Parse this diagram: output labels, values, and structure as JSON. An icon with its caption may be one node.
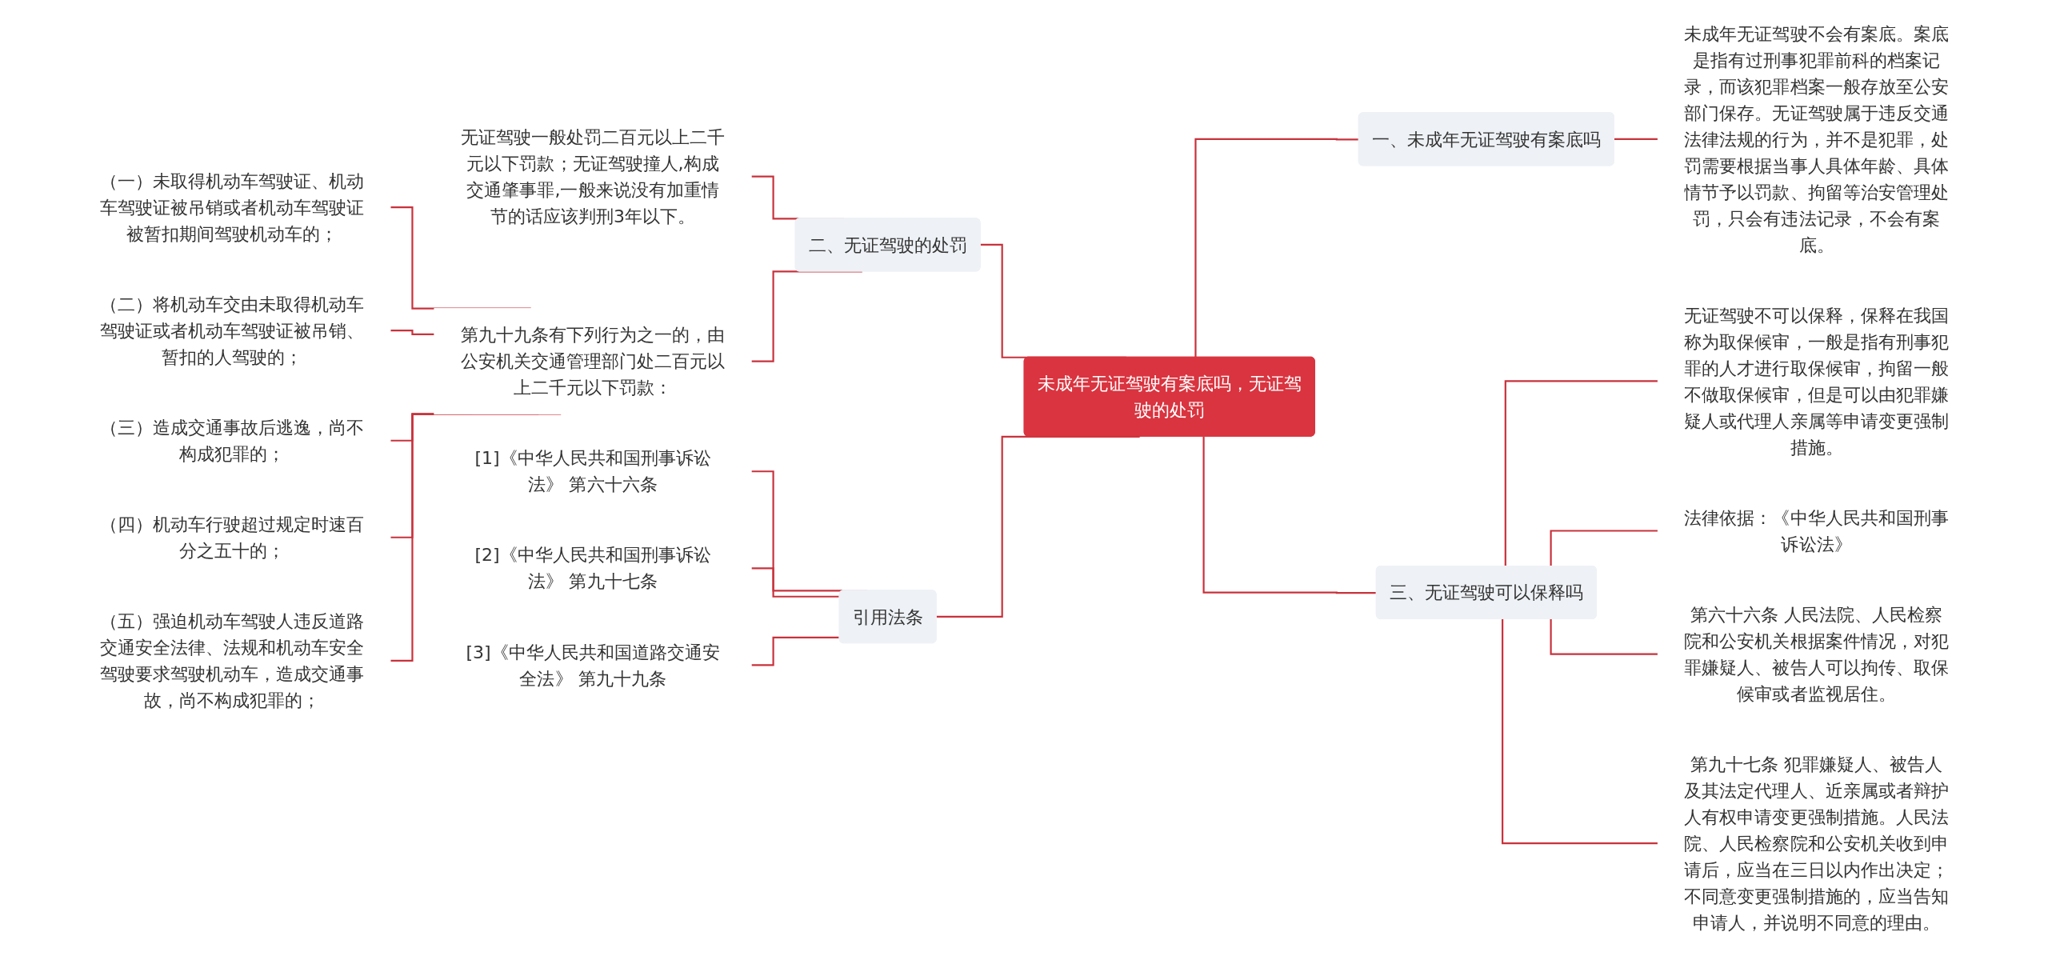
{
  "diagram": {
    "nodes": [
      {
        "text": [
          "未成年无证驾驶有案底吗，无证驾驶的处罚"
        ]
      },
      {
        "text": [
          "二、无证驾驶的处罚"
        ]
      },
      {
        "text": [
          "无证驾驶一般处罚二百元以上二千元以下罚款；无证驾驶撞人,构成交通肇事罪,一般来说没有加重情节的话应该判刑3年以下。"
        ]
      },
      {
        "text": [
          "第九十九条有下列行为之一的，由公安机关交通管理部门处二百元以上二千元以下罚款："
        ]
      },
      {
        "text": [
          "（一）未取得机动车驾驶证、机动车驾驶证被吊销或者机动车驾驶证被暂扣期间驾驶机动车的；"
        ]
      },
      {
        "text": [
          "（二）将机动车交由未取得机动车驾驶证或者机动车驾驶证被吊销、暂扣的人驾驶的；"
        ]
      },
      {
        "text": [
          "（三）造成交通事故后逃逸，尚不构成犯罪的；"
        ]
      },
      {
        "text": [
          "（四）机动车行驶超过规定时速百分之五十的；"
        ]
      },
      {
        "text": [
          "（五）强迫机动车驾驶人违反道路交通安全法律、法规和机动车安全驾驶要求驾驶机动车，造成交通事故，尚不构成犯罪的；"
        ]
      },
      {
        "text": [
          "引用法条"
        ]
      },
      {
        "text": [
          "[1]《中华人民共和国刑事诉讼法》 第六十六条"
        ]
      },
      {
        "text": [
          "[2]《中华人民共和国刑事诉讼法》 第九十七条"
        ]
      },
      {
        "text": [
          "[3]《中华人民共和国道路交通安全法》 第九十九条"
        ]
      },
      {
        "text": [
          "一、未成年无证驾驶有案底吗"
        ]
      },
      {
        "text": [
          "未成年无证驾驶不会有案底。案底是指有过刑事犯罪前科的档案记录，而该犯罪档案一般存放至公安部门保存。无证驾驶属于违反交通法律法规的行为，并不是犯罪，处罚需要根据当事人具体年龄、具体情节予以罚款、拘留等治安管理处罚，只会有违法记录，不会有案底。"
        ]
      },
      {
        "text": [
          "三、无证驾驶可以保释吗"
        ]
      },
      {
        "text": [
          "无证驾驶不可以保释，保释在我国称为取保候审，一般是指有刑事犯罪的人才进行取保候审，拘留一般不做取保候审，但是可以由犯罪嫌疑人或代理人亲属等申请变更强制措施。"
        ]
      },
      {
        "text": [
          "法律依据：《中华人民共和国刑事诉讼法》"
        ]
      },
      {
        "text": [
          "第六十六条 人民法院、人民检察院和公安机关根据案件情况，对犯罪嫌疑人、被告人可以拘传、取保候审或者监视居住。"
        ]
      },
      {
        "text": [
          "第九十七条 犯罪嫌疑人、被告人及其法定代理人、近亲属或者辩护人有权申请变更强制措施。人民法院、人民检察院和公安机关收到申请后，应当在三日以内作出决定；不同意变更强制措施的，应当告知申请人，并说明不同意的理由。"
        ]
      }
    ],
    "edges": [
      {
        "from": 0,
        "to": 1,
        "arrow": "none"
      },
      {
        "from": 1,
        "to": 2,
        "arrow": "none"
      },
      {
        "from": 1,
        "to": 3,
        "arrow": "none"
      },
      {
        "from": 3,
        "to": 4,
        "arrow": "none"
      },
      {
        "from": 3,
        "to": 5,
        "arrow": "none"
      },
      {
        "from": 3,
        "to": 6,
        "arrow": "none"
      },
      {
        "from": 3,
        "to": 7,
        "arrow": "none"
      },
      {
        "from": 3,
        "to": 8,
        "arrow": "none"
      },
      {
        "from": 0,
        "to": 9,
        "arrow": "none"
      },
      {
        "from": 9,
        "to": 10,
        "arrow": "none"
      },
      {
        "from": 9,
        "to": 11,
        "arrow": "none"
      },
      {
        "from": 9,
        "to": 12,
        "arrow": "none"
      },
      {
        "from": 0,
        "to": 13,
        "arrow": "none"
      },
      {
        "from": 13,
        "to": 14,
        "arrow": "none"
      },
      {
        "from": 0,
        "to": 15,
        "arrow": "none"
      },
      {
        "from": 15,
        "to": 16,
        "arrow": "none"
      },
      {
        "from": 15,
        "to": 17,
        "arrow": "none"
      },
      {
        "from": 15,
        "to": 18,
        "arrow": "none"
      },
      {
        "from": 15,
        "to": 19,
        "arrow": "none"
      }
    ]
  }
}
